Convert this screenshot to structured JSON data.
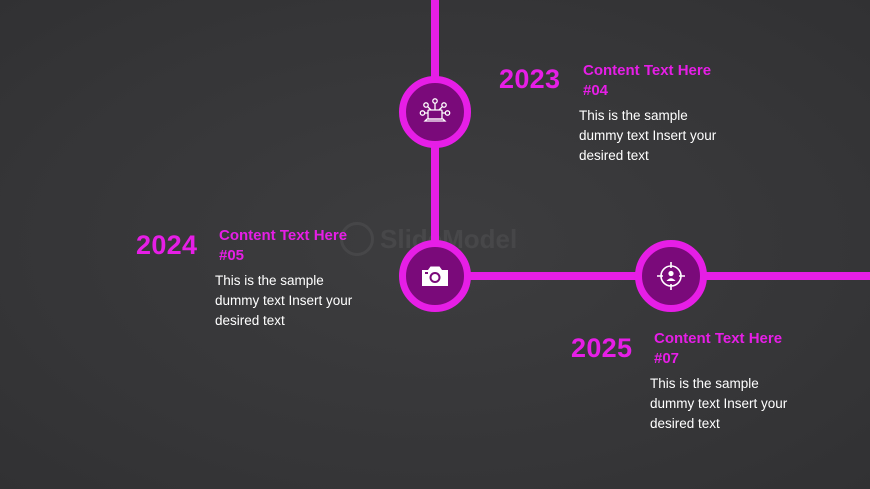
{
  "colors": {
    "accent": "#e61ee6",
    "node_fill": "#7a0a7a",
    "background": "#3a3a3c",
    "text": "#ffffff"
  },
  "watermark": "SlideModel",
  "items": [
    {
      "year": "2023",
      "title": "Content Text Here #04",
      "text": "This is the sample\ndummy  text Insert your\ndesired text",
      "icon": "laptop-network-icon"
    },
    {
      "year": "2024",
      "title": "Content Text Here #05",
      "text": "This is the sample\ndummy  text Insert your\ndesired text",
      "icon": "camera-icon"
    },
    {
      "year": "2025",
      "title": "Content Text Here #07",
      "text": "This is the sample\ndummy  text Insert your\ndesired text",
      "icon": "target-user-icon"
    }
  ]
}
